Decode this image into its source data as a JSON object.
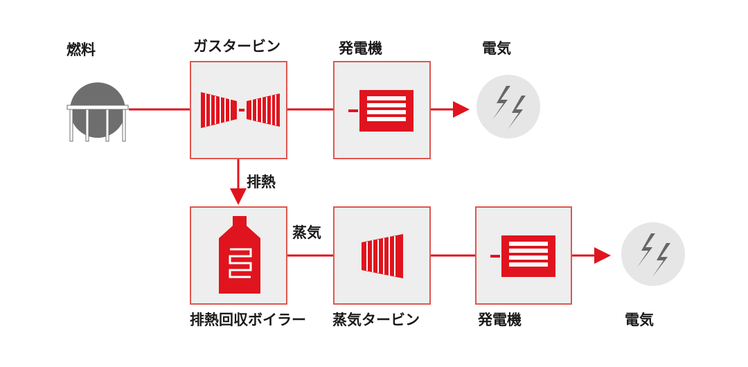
{
  "colors": {
    "accent": "#e0141e",
    "box_fill": "#eeeeee",
    "box_border": "#e0554f",
    "tank": "#6e6e6e",
    "electric_bg": "#e6e6e6",
    "bolt": "#666666",
    "text": "#1a1a1a"
  },
  "labels": {
    "fuel": "燃料",
    "gas_turbine": "ガスタービン",
    "generator_top": "発電機",
    "electricity_top": "電気",
    "exhaust_heat": "排熱",
    "steam": "蒸気",
    "hrsg": "排熱回収ボイラー",
    "steam_turbine": "蒸気タービン",
    "generator_bottom": "発電機",
    "electricity_bottom": "電気"
  },
  "icons": {
    "fuel": "fuel-tank-icon",
    "gas_turbine": "gas-turbine-icon",
    "generator": "generator-icon",
    "electricity": "lightning-bolt-icon",
    "hrsg": "boiler-icon",
    "steam_turbine": "steam-turbine-icon"
  }
}
